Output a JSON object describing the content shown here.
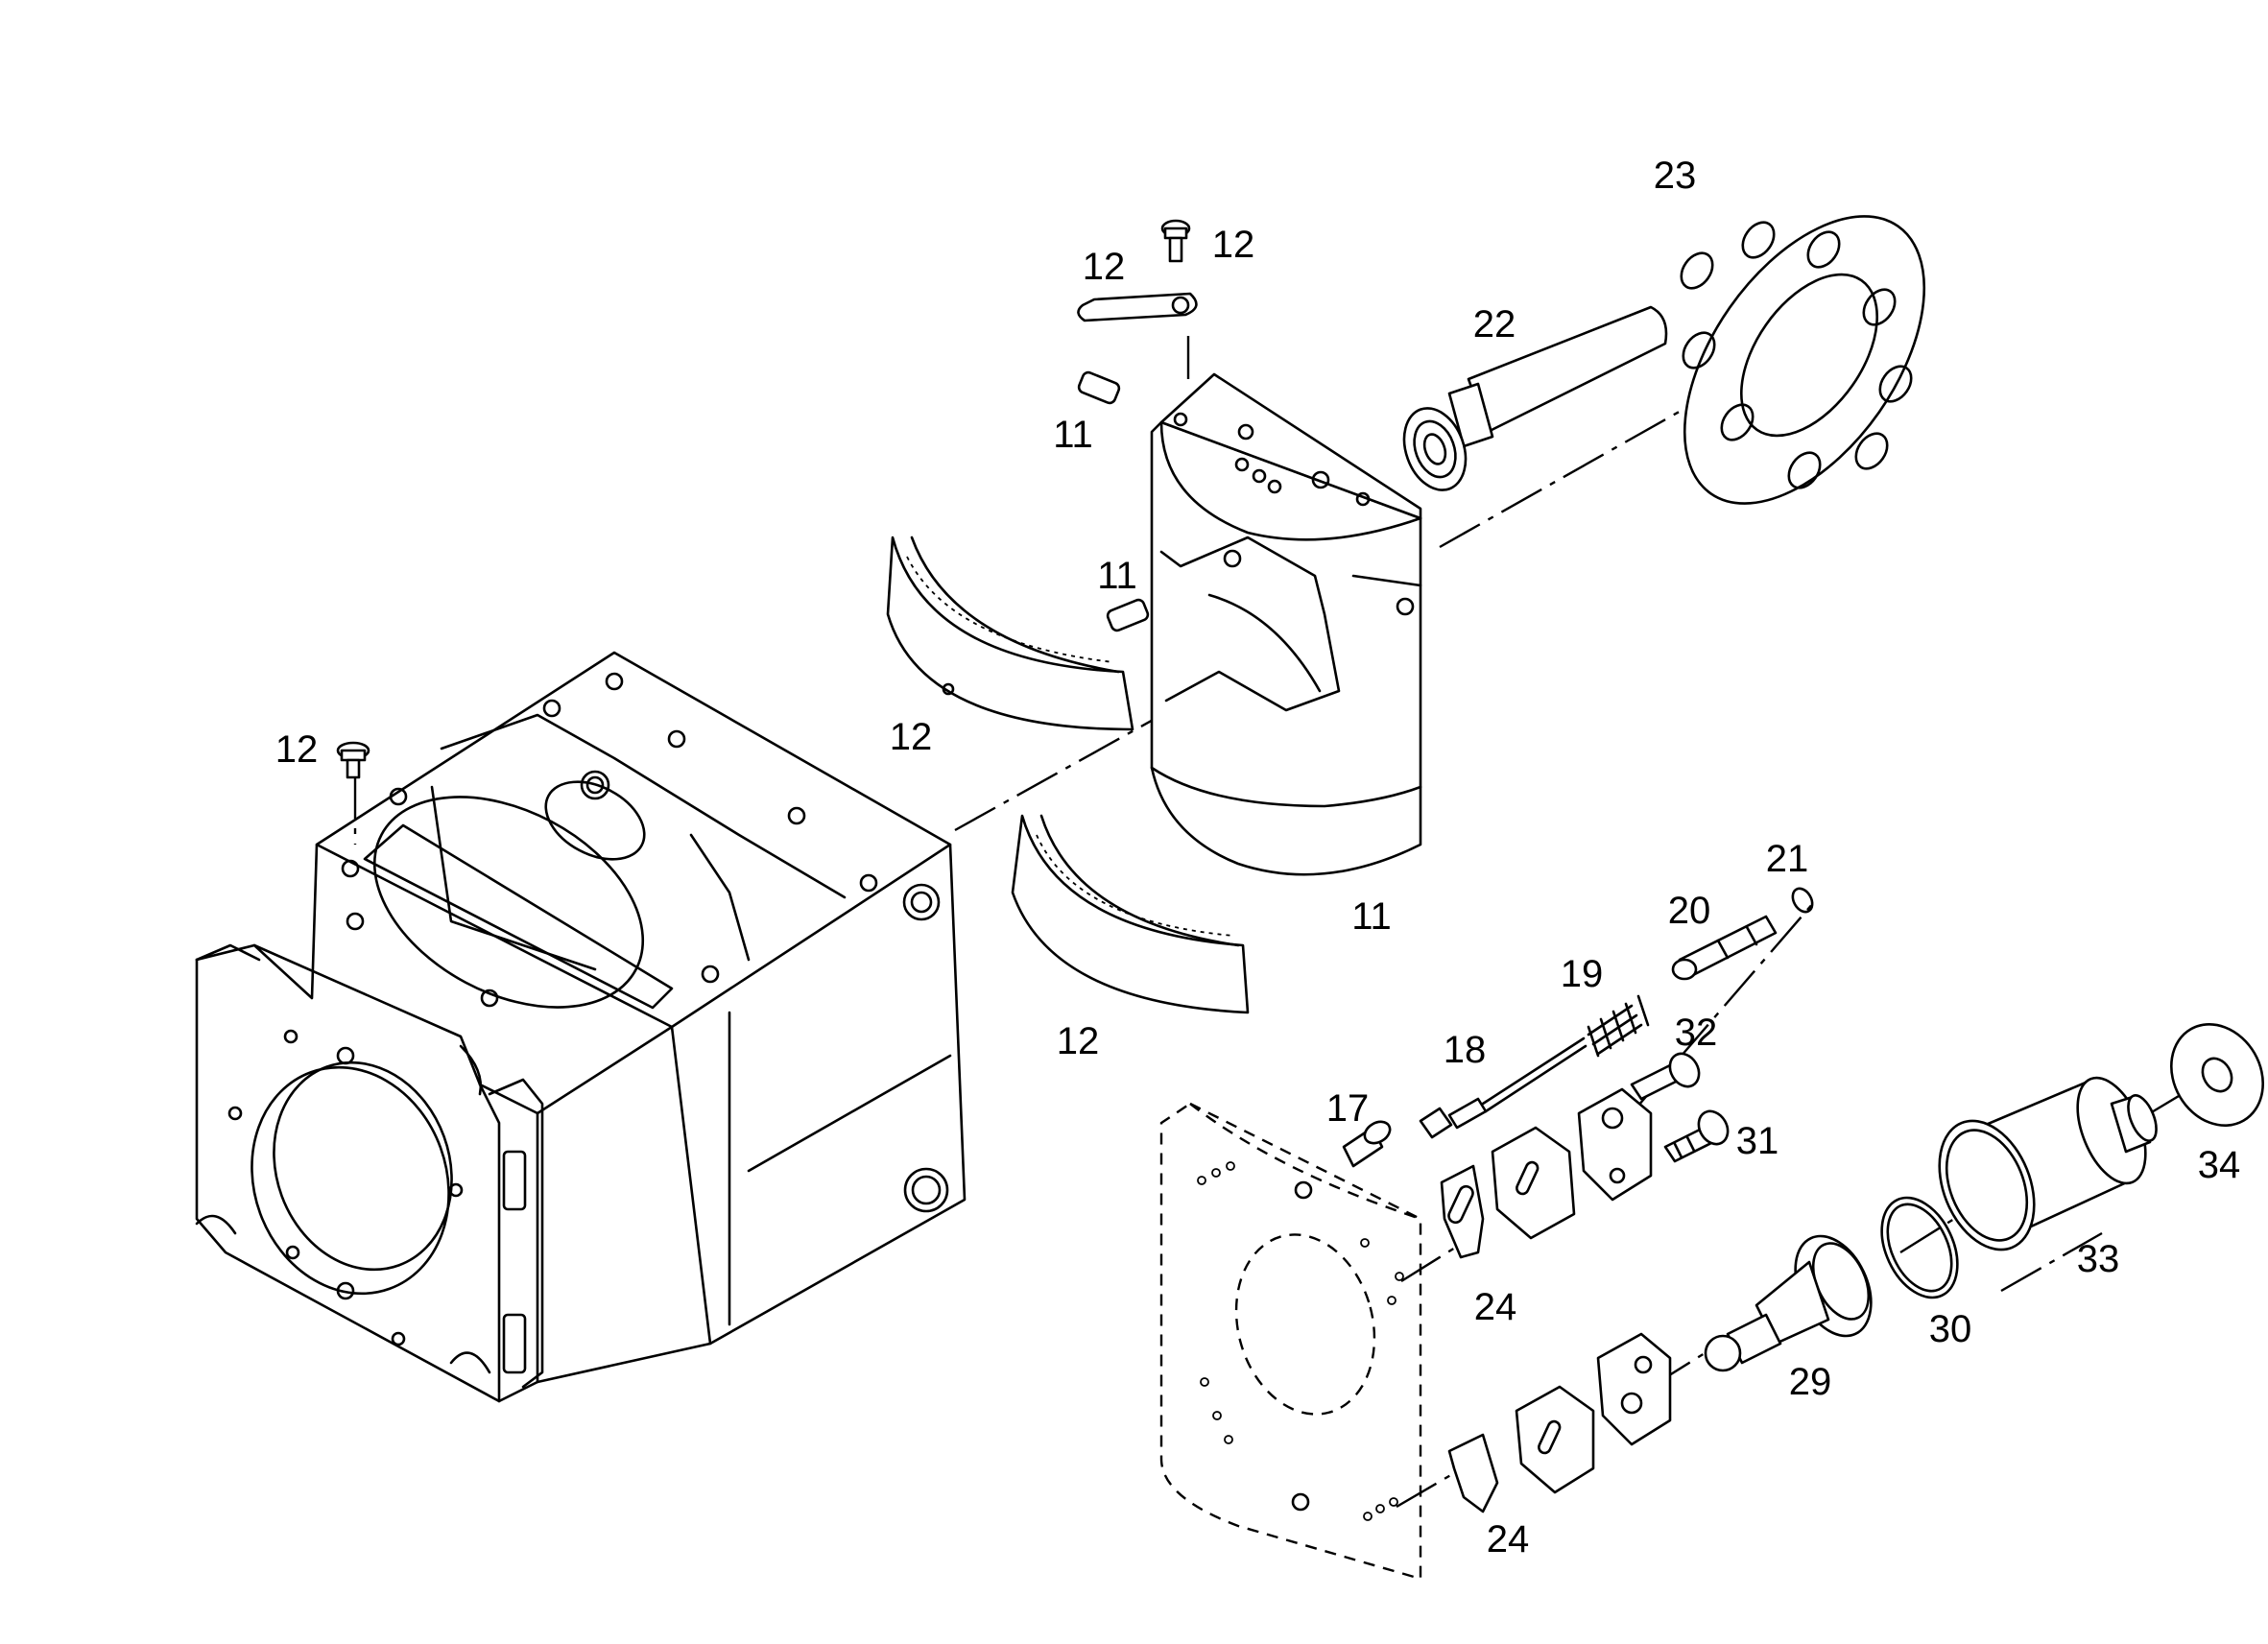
{
  "callouts": [
    {
      "text": "12"
    },
    {
      "text": "12"
    },
    {
      "text": "23"
    },
    {
      "text": "22"
    },
    {
      "text": "11"
    },
    {
      "text": "11"
    },
    {
      "text": "12"
    },
    {
      "text": "12"
    },
    {
      "text": "11"
    },
    {
      "text": "21"
    },
    {
      "text": "20"
    },
    {
      "text": "19"
    },
    {
      "text": "12"
    },
    {
      "text": "18"
    },
    {
      "text": "32"
    },
    {
      "text": "17"
    },
    {
      "text": "31"
    },
    {
      "text": "34"
    },
    {
      "text": "33"
    },
    {
      "text": "24"
    },
    {
      "text": "30"
    },
    {
      "text": "29"
    },
    {
      "text": "24"
    }
  ]
}
